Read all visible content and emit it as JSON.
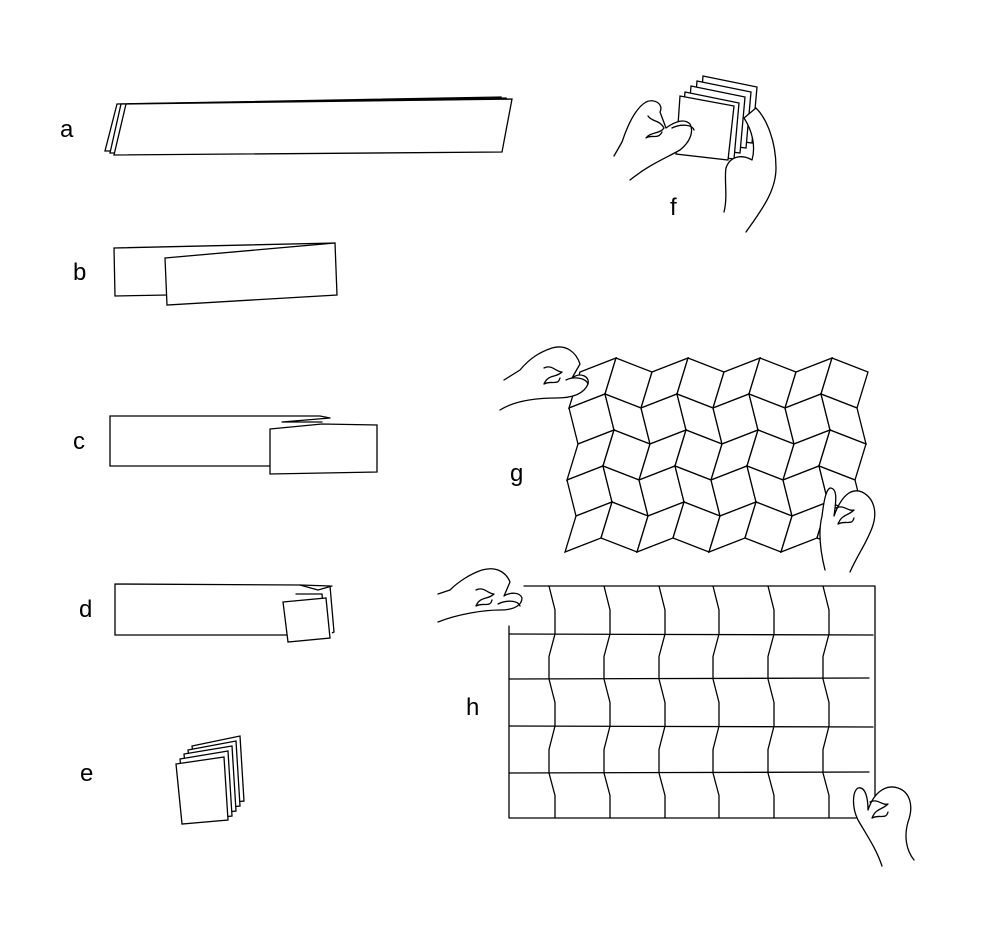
{
  "labels": {
    "a": "a",
    "b": "b",
    "c": "c",
    "d": "d",
    "e": "e",
    "f": "f",
    "g": "g",
    "h": "h"
  }
}
